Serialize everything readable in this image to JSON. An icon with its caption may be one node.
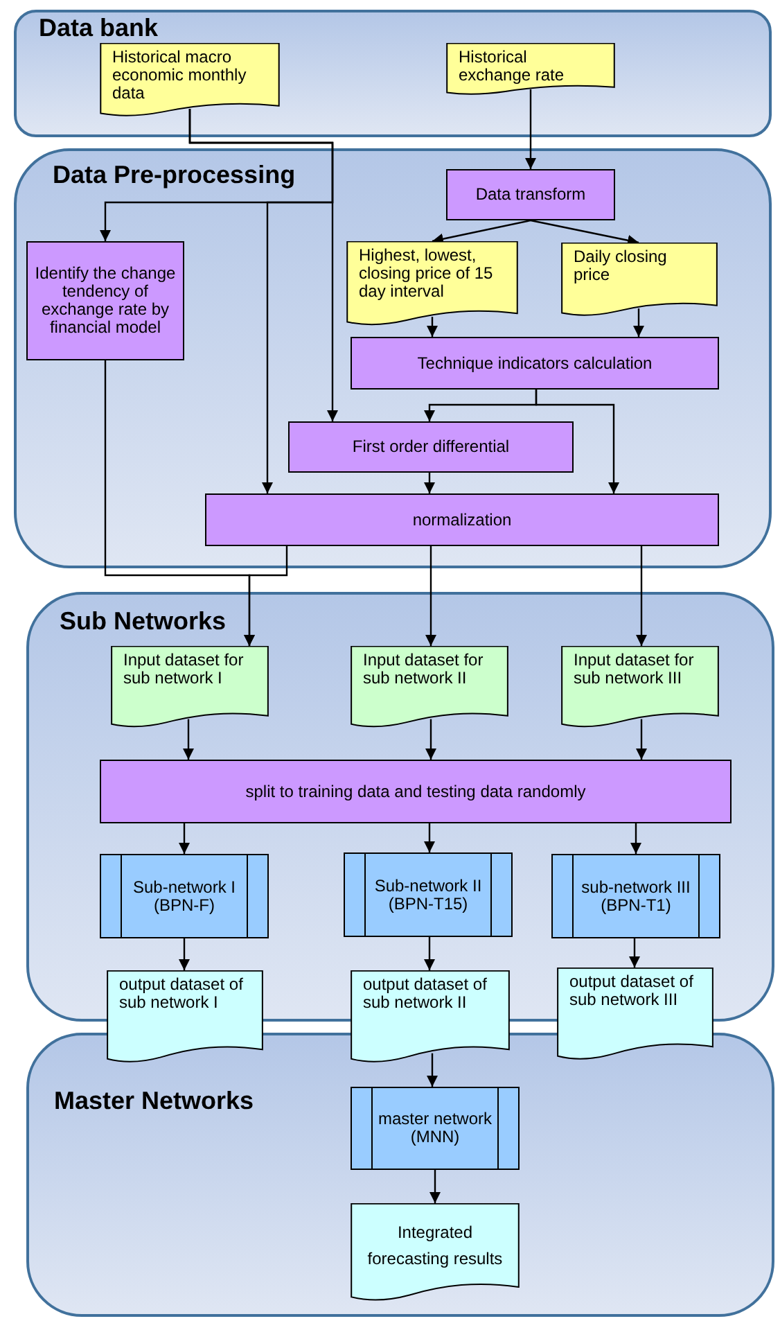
{
  "diagram": {
    "nodes": [
      {
        "text": [
          "Data bank"
        ]
      },
      {
        "text": [
          "Historical macro economic monthly data"
        ],
        "in": 0
      },
      {
        "text": [
          "Historical exchange rate"
        ],
        "in": 0
      },
      {
        "text": [
          "Data Pre-processing"
        ]
      },
      {
        "text": [
          "Data transform"
        ],
        "in": 3
      },
      {
        "text": [
          "Identify the change tendency of exchange rate by financial model"
        ],
        "in": 3
      },
      {
        "text": [
          "Highest, lowest, closing price of 15 day interval"
        ],
        "in": 3
      },
      {
        "text": [
          "Daily closing price"
        ],
        "in": 3
      },
      {
        "text": [
          "Technique indicators calculation"
        ],
        "in": 3
      },
      {
        "text": [
          "First order differential"
        ],
        "in": 3
      },
      {
        "text": [
          "normalization"
        ],
        "in": 3
      },
      {
        "text": [
          "Sub Networks"
        ]
      },
      {
        "text": [
          "Input dataset for sub network I"
        ],
        "in": 11
      },
      {
        "text": [
          "Input dataset for sub network II"
        ],
        "in": 11
      },
      {
        "text": [
          "Input dataset for sub network III"
        ],
        "in": 11
      },
      {
        "text": [
          "split to training data and testing data randomly"
        ],
        "in": 11
      },
      {
        "text": [
          "Sub-network I (BPN-F)"
        ],
        "in": 11
      },
      {
        "text": [
          "Sub-network II (BPN-T15)"
        ],
        "in": 11
      },
      {
        "text": [
          "sub-network III (BPN-T1)"
        ],
        "in": 11
      },
      {
        "text": [
          "output dataset of sub network I"
        ]
      },
      {
        "text": [
          "output dataset of sub network II"
        ]
      },
      {
        "text": [
          "output dataset of sub network III"
        ]
      },
      {
        "text": [
          "Master Networks"
        ]
      },
      {
        "text": [
          "master network (MNN)"
        ],
        "in": 22
      },
      {
        "text": [
          "Integrated forecasting results"
        ],
        "in": 22
      }
    ],
    "edges": [
      {
        "from": 1,
        "to": 5,
        "arrow": "to"
      },
      {
        "from": 1,
        "to": 9,
        "arrow": "to"
      },
      {
        "from": 1,
        "to": 10,
        "arrow": "to"
      },
      {
        "from": 2,
        "to": 4,
        "arrow": "to"
      },
      {
        "from": 4,
        "to": 6,
        "arrow": "to"
      },
      {
        "from": 4,
        "to": 7,
        "arrow": "to"
      },
      {
        "from": 6,
        "to": 8,
        "arrow": "to"
      },
      {
        "from": 7,
        "to": 8,
        "arrow": "to"
      },
      {
        "from": 8,
        "to": 9,
        "arrow": "to"
      },
      {
        "from": 8,
        "to": 10,
        "arrow": "to"
      },
      {
        "from": 9,
        "to": 10,
        "arrow": "to"
      },
      {
        "from": 5,
        "to": 12,
        "arrow": "to"
      },
      {
        "from": 10,
        "to": 12,
        "arrow": "to"
      },
      {
        "from": 10,
        "to": 13,
        "arrow": "to"
      },
      {
        "from": 10,
        "to": 14,
        "arrow": "to"
      },
      {
        "from": 12,
        "to": 15,
        "arrow": "to"
      },
      {
        "from": 13,
        "to": 15,
        "arrow": "to"
      },
      {
        "from": 14,
        "to": 15,
        "arrow": "to"
      },
      {
        "from": 15,
        "to": 16,
        "arrow": "to"
      },
      {
        "from": 15,
        "to": 17,
        "arrow": "to"
      },
      {
        "from": 15,
        "to": 18,
        "arrow": "to"
      },
      {
        "from": 16,
        "to": 19,
        "arrow": "to"
      },
      {
        "from": 17,
        "to": 20,
        "arrow": "to"
      },
      {
        "from": 18,
        "to": 21,
        "arrow": "to"
      },
      {
        "from": 20,
        "to": 23,
        "arrow": "to"
      },
      {
        "from": 23,
        "to": 24,
        "arrow": "to"
      }
    ]
  }
}
